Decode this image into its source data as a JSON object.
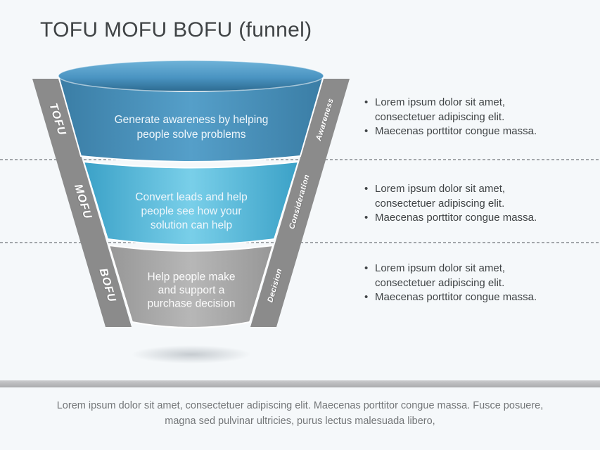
{
  "slide": {
    "title": "TOFU MOFU BOFU (funnel)",
    "background_color": "#f5f8fa",
    "title_color": "#3f4345"
  },
  "funnel": {
    "stages": [
      {
        "side_label": "TOFU",
        "right_label": "Awareness",
        "description": "Generate awareness by helping\npeople solve problems",
        "color": "#4a96c4"
      },
      {
        "side_label": "MOFU",
        "right_label": "Consideration",
        "description": "Convert leads and help\npeople see how your\nsolution can help",
        "color": "#57bbdd"
      },
      {
        "side_label": "BOFU",
        "right_label": "Decision",
        "description": "Help people make\nand support a\npurchase decision",
        "color": "#ababab"
      }
    ],
    "band_color": "#8b8b8b",
    "separator_color": "#ffffff",
    "dashed_divider_color": "#70757a"
  },
  "bullets": {
    "blocks": [
      {
        "items": [
          "Lorem ipsum dolor sit amet, consectetuer adipiscing elit.",
          "Maecenas porttitor congue massa."
        ]
      },
      {
        "items": [
          "Lorem ipsum dolor sit amet, consectetuer adipiscing elit.",
          "Maecenas porttitor congue massa."
        ]
      },
      {
        "items": [
          "Lorem ipsum dolor sit amet, consectetuer adipiscing elit.",
          "Maecenas porttitor congue massa."
        ]
      }
    ],
    "text_color": "#3f4345"
  },
  "footer": {
    "text": "Lorem ipsum dolor sit amet, consectetuer adipiscing elit. Maecenas porttitor congue massa. Fusce posuere, magna sed pulvinar ultricies, purus lectus malesuada libero,",
    "bar_color": "#b5b6b8",
    "text_color": "#737678"
  }
}
